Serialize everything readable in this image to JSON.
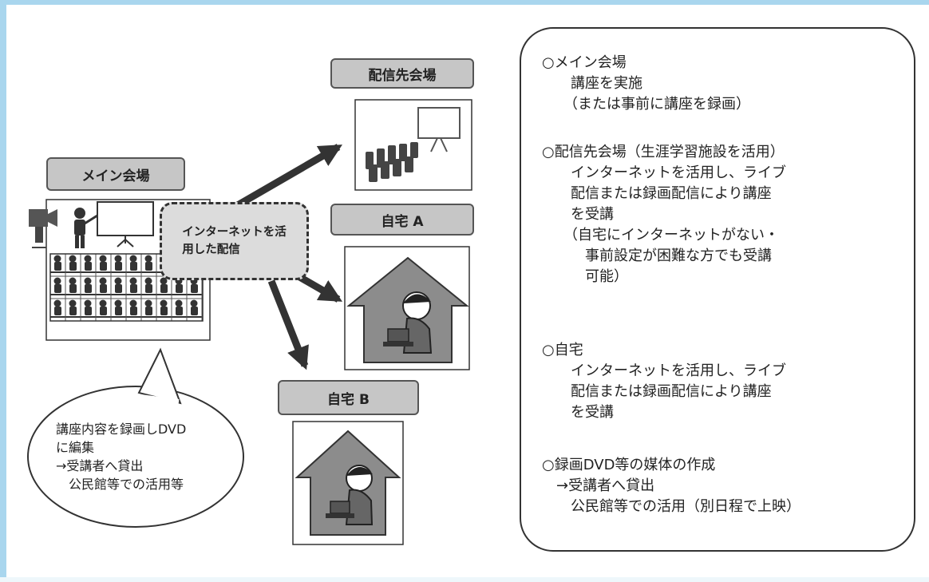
{
  "diagram": {
    "main_venue": {
      "label": "メイン会場"
    },
    "remote_venue": {
      "label": "配信先会場"
    },
    "home_a": {
      "label": "自宅 A"
    },
    "home_b": {
      "label": "自宅 B"
    },
    "internet_box": {
      "text": "インターネットを活\n用した配信"
    },
    "bubble": {
      "text": "講座内容を録画しDVD\nに編集\n→受講者へ貸出\n　公民館等での活用等"
    }
  },
  "info_panel": {
    "sections": [
      {
        "heading": "○メイン会場",
        "body": "　　講座を実施\n　　（または事前に講座を録画）"
      },
      {
        "heading": "○配信先会場（生涯学習施設を活用）",
        "body": "　　インターネットを活用し、ライブ\n　　配信または録画配信により講座\n　　を受講\n　　（自宅にインターネットがない・\n　　　事前設定が困難な方でも受講\n　　　可能）"
      },
      {
        "heading": "○自宅",
        "body": "　　インターネットを活用し、ライブ\n　　配信または録画配信により講座\n　　を受講"
      },
      {
        "heading": "○録画DVD等の媒体の作成",
        "body": "　→受講者へ貸出\n　　公民館等での活用（別日程で上映）"
      }
    ]
  },
  "colors": {
    "frame": "#a9d6ee",
    "label_fill": "#c6c6c6",
    "dashed_fill": "#dcdcdc",
    "ink": "#333333"
  }
}
